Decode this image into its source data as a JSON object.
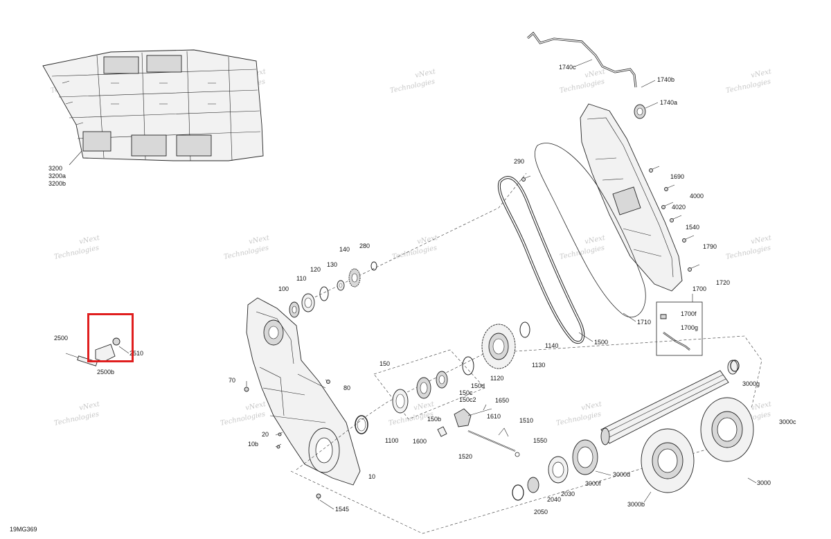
{
  "diagram_id": "19MG369",
  "watermark_text": [
    "vNext",
    "Technologies"
  ],
  "highlight_color": "#e01e1e",
  "callouts": {
    "c3200": "3200",
    "c3200a": "3200a",
    "c3200b": "3200b",
    "c2500": "2500",
    "c2510": "2510",
    "c2500b": "2500b",
    "c1740c": "1740c",
    "c1740b": "1740b",
    "c1740a": "1740a",
    "c290": "290",
    "c1690": "1690",
    "c4000": "4000",
    "c4020": "4020",
    "c1540": "1540",
    "c1790": "1790",
    "c1720": "1720",
    "c1700": "1700",
    "c1700f": "1700f",
    "c1700g": "1700g",
    "c1710": "1710",
    "c1500": "1500",
    "c280": "280",
    "c140": "140",
    "c130": "130",
    "c120": "120",
    "c110": "110",
    "c100": "100",
    "c1140": "1140",
    "c1130": "1130",
    "c1120": "1120",
    "c150": "150",
    "c150d": "150d",
    "c150c": "150c",
    "c150c2": "150c2",
    "c150b": "150b",
    "c1650": "1650",
    "c1610": "1610",
    "c1510": "1510",
    "c1600": "1600",
    "c1550": "1550",
    "c1520": "1520",
    "c70": "70",
    "c80": "80",
    "c20": "20",
    "c10b": "10b",
    "c10": "10",
    "c1100": "1100",
    "c1545": "1545",
    "c3000g": "3000g",
    "c3000c": "3000c",
    "c3000d": "3000d",
    "c3000f": "3000f",
    "c3000": "3000",
    "c3000b": "3000b",
    "c2030": "2030",
    "c2040": "2040",
    "c2050": "2050"
  }
}
